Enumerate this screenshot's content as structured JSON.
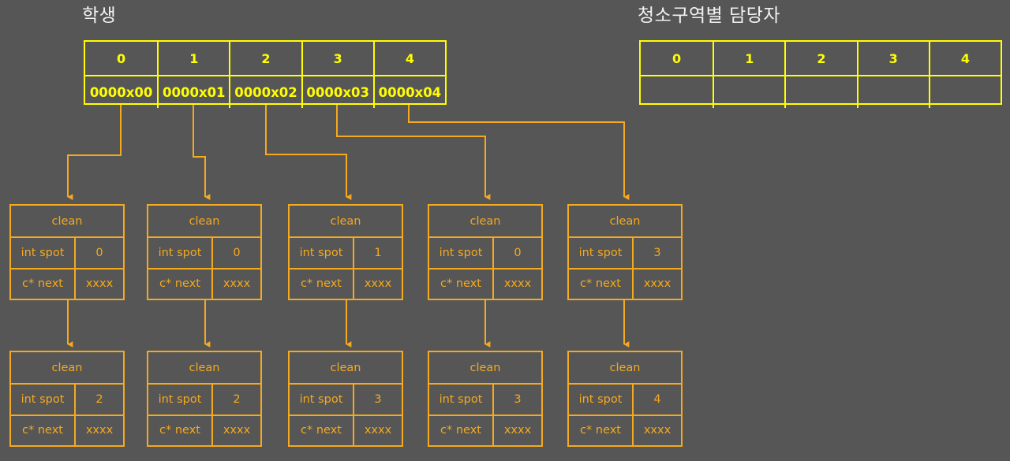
{
  "background_color": "#565656",
  "accent_colors": {
    "array_yellow": "#ffff00",
    "node_orange": "#f5a91e",
    "title_white": "#f2f2f2"
  },
  "titles": {
    "students": "학생",
    "zones": "청소구역별 담당자"
  },
  "students_array": {
    "indices": [
      "0",
      "1",
      "2",
      "3",
      "4"
    ],
    "values": [
      "0000x00",
      "0000x01",
      "0000x02",
      "0000x03",
      "0000x04"
    ]
  },
  "zones_array": {
    "indices": [
      "0",
      "1",
      "2",
      "3",
      "4"
    ],
    "values": [
      "",
      "",
      "",
      "",
      ""
    ]
  },
  "node_labels": {
    "struct_name": "clean",
    "field_spot": "int spot",
    "field_next": "c* next",
    "pointer_value": "xxxx"
  },
  "nodes": {
    "row1": [
      {
        "title": "clean",
        "spot_key": "int spot",
        "spot_value": "0",
        "next_key": "c* next",
        "next_value": "xxxx"
      },
      {
        "title": "clean",
        "spot_key": "int spot",
        "spot_value": "0",
        "next_key": "c* next",
        "next_value": "xxxx"
      },
      {
        "title": "clean",
        "spot_key": "int spot",
        "spot_value": "1",
        "next_key": "c* next",
        "next_value": "xxxx"
      },
      {
        "title": "clean",
        "spot_key": "int spot",
        "spot_value": "0",
        "next_key": "c* next",
        "next_value": "xxxx"
      },
      {
        "title": "clean",
        "spot_key": "int spot",
        "spot_value": "3",
        "next_key": "c* next",
        "next_value": "xxxx"
      }
    ],
    "row2": [
      {
        "title": "clean",
        "spot_key": "int spot",
        "spot_value": "2",
        "next_key": "c* next",
        "next_value": "xxxx"
      },
      {
        "title": "clean",
        "spot_key": "int spot",
        "spot_value": "2",
        "next_key": "c* next",
        "next_value": "xxxx"
      },
      {
        "title": "clean",
        "spot_key": "int spot",
        "spot_value": "3",
        "next_key": "c* next",
        "next_value": "xxxx"
      },
      {
        "title": "clean",
        "spot_key": "int spot",
        "spot_value": "3",
        "next_key": "c* next",
        "next_value": "xxxx"
      },
      {
        "title": "clean",
        "spot_key": "int spot",
        "spot_value": "4",
        "next_key": "c* next",
        "next_value": "xxxx"
      }
    ]
  }
}
